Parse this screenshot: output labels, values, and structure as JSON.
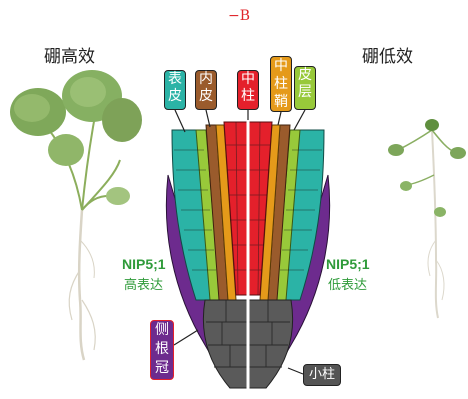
{
  "condition": "−B",
  "left_plant": {
    "title": "硼高效",
    "gene": "NIP5;1",
    "expression": "高表达"
  },
  "right_plant": {
    "title": "硼低效",
    "gene": "NIP5;1",
    "expression": "低表达"
  },
  "tissue_labels": {
    "epidermis": "表皮",
    "endodermis": "内皮",
    "stele": "中柱",
    "pericycle": "中柱鞘",
    "cortex": "皮层",
    "lateral_root_cap": "侧根冠",
    "columella": "小柱"
  },
  "colors": {
    "epidermis": "#2bb3a6",
    "endodermis": "#9a5b2c",
    "stele": "#e4202b",
    "pericycle": "#e59a1a",
    "cortex": "#98c93a",
    "lateral_root_cap": "#6d2b8e",
    "columella": "#555555",
    "expression_text": "#2f9b3a",
    "condition_text": "#e0262b"
  }
}
